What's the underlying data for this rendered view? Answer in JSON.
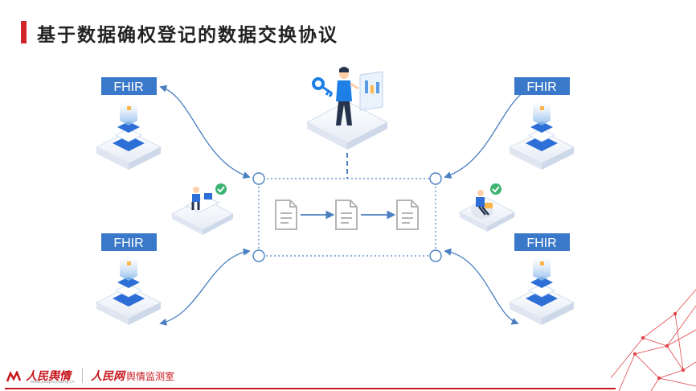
{
  "header": {
    "title": "基于数据确权登记的数据交换协议"
  },
  "nodes": {
    "top_left_label": "FHIR",
    "bottom_left_label": "FHIR",
    "top_right_label": "FHIR",
    "bottom_right_label": "FHIR"
  },
  "footer": {
    "brand_logo_text": "人民舆情",
    "brand_logo_sub": "www.peopleyuqing.cn",
    "brand2_name": "人民网",
    "brand2_tail": "舆情监测室"
  },
  "colors": {
    "accent_red": "#d2232a",
    "fhir_blue": "#3a78c9",
    "line_blue": "#4a7fc1",
    "check_green": "#3cb371"
  }
}
